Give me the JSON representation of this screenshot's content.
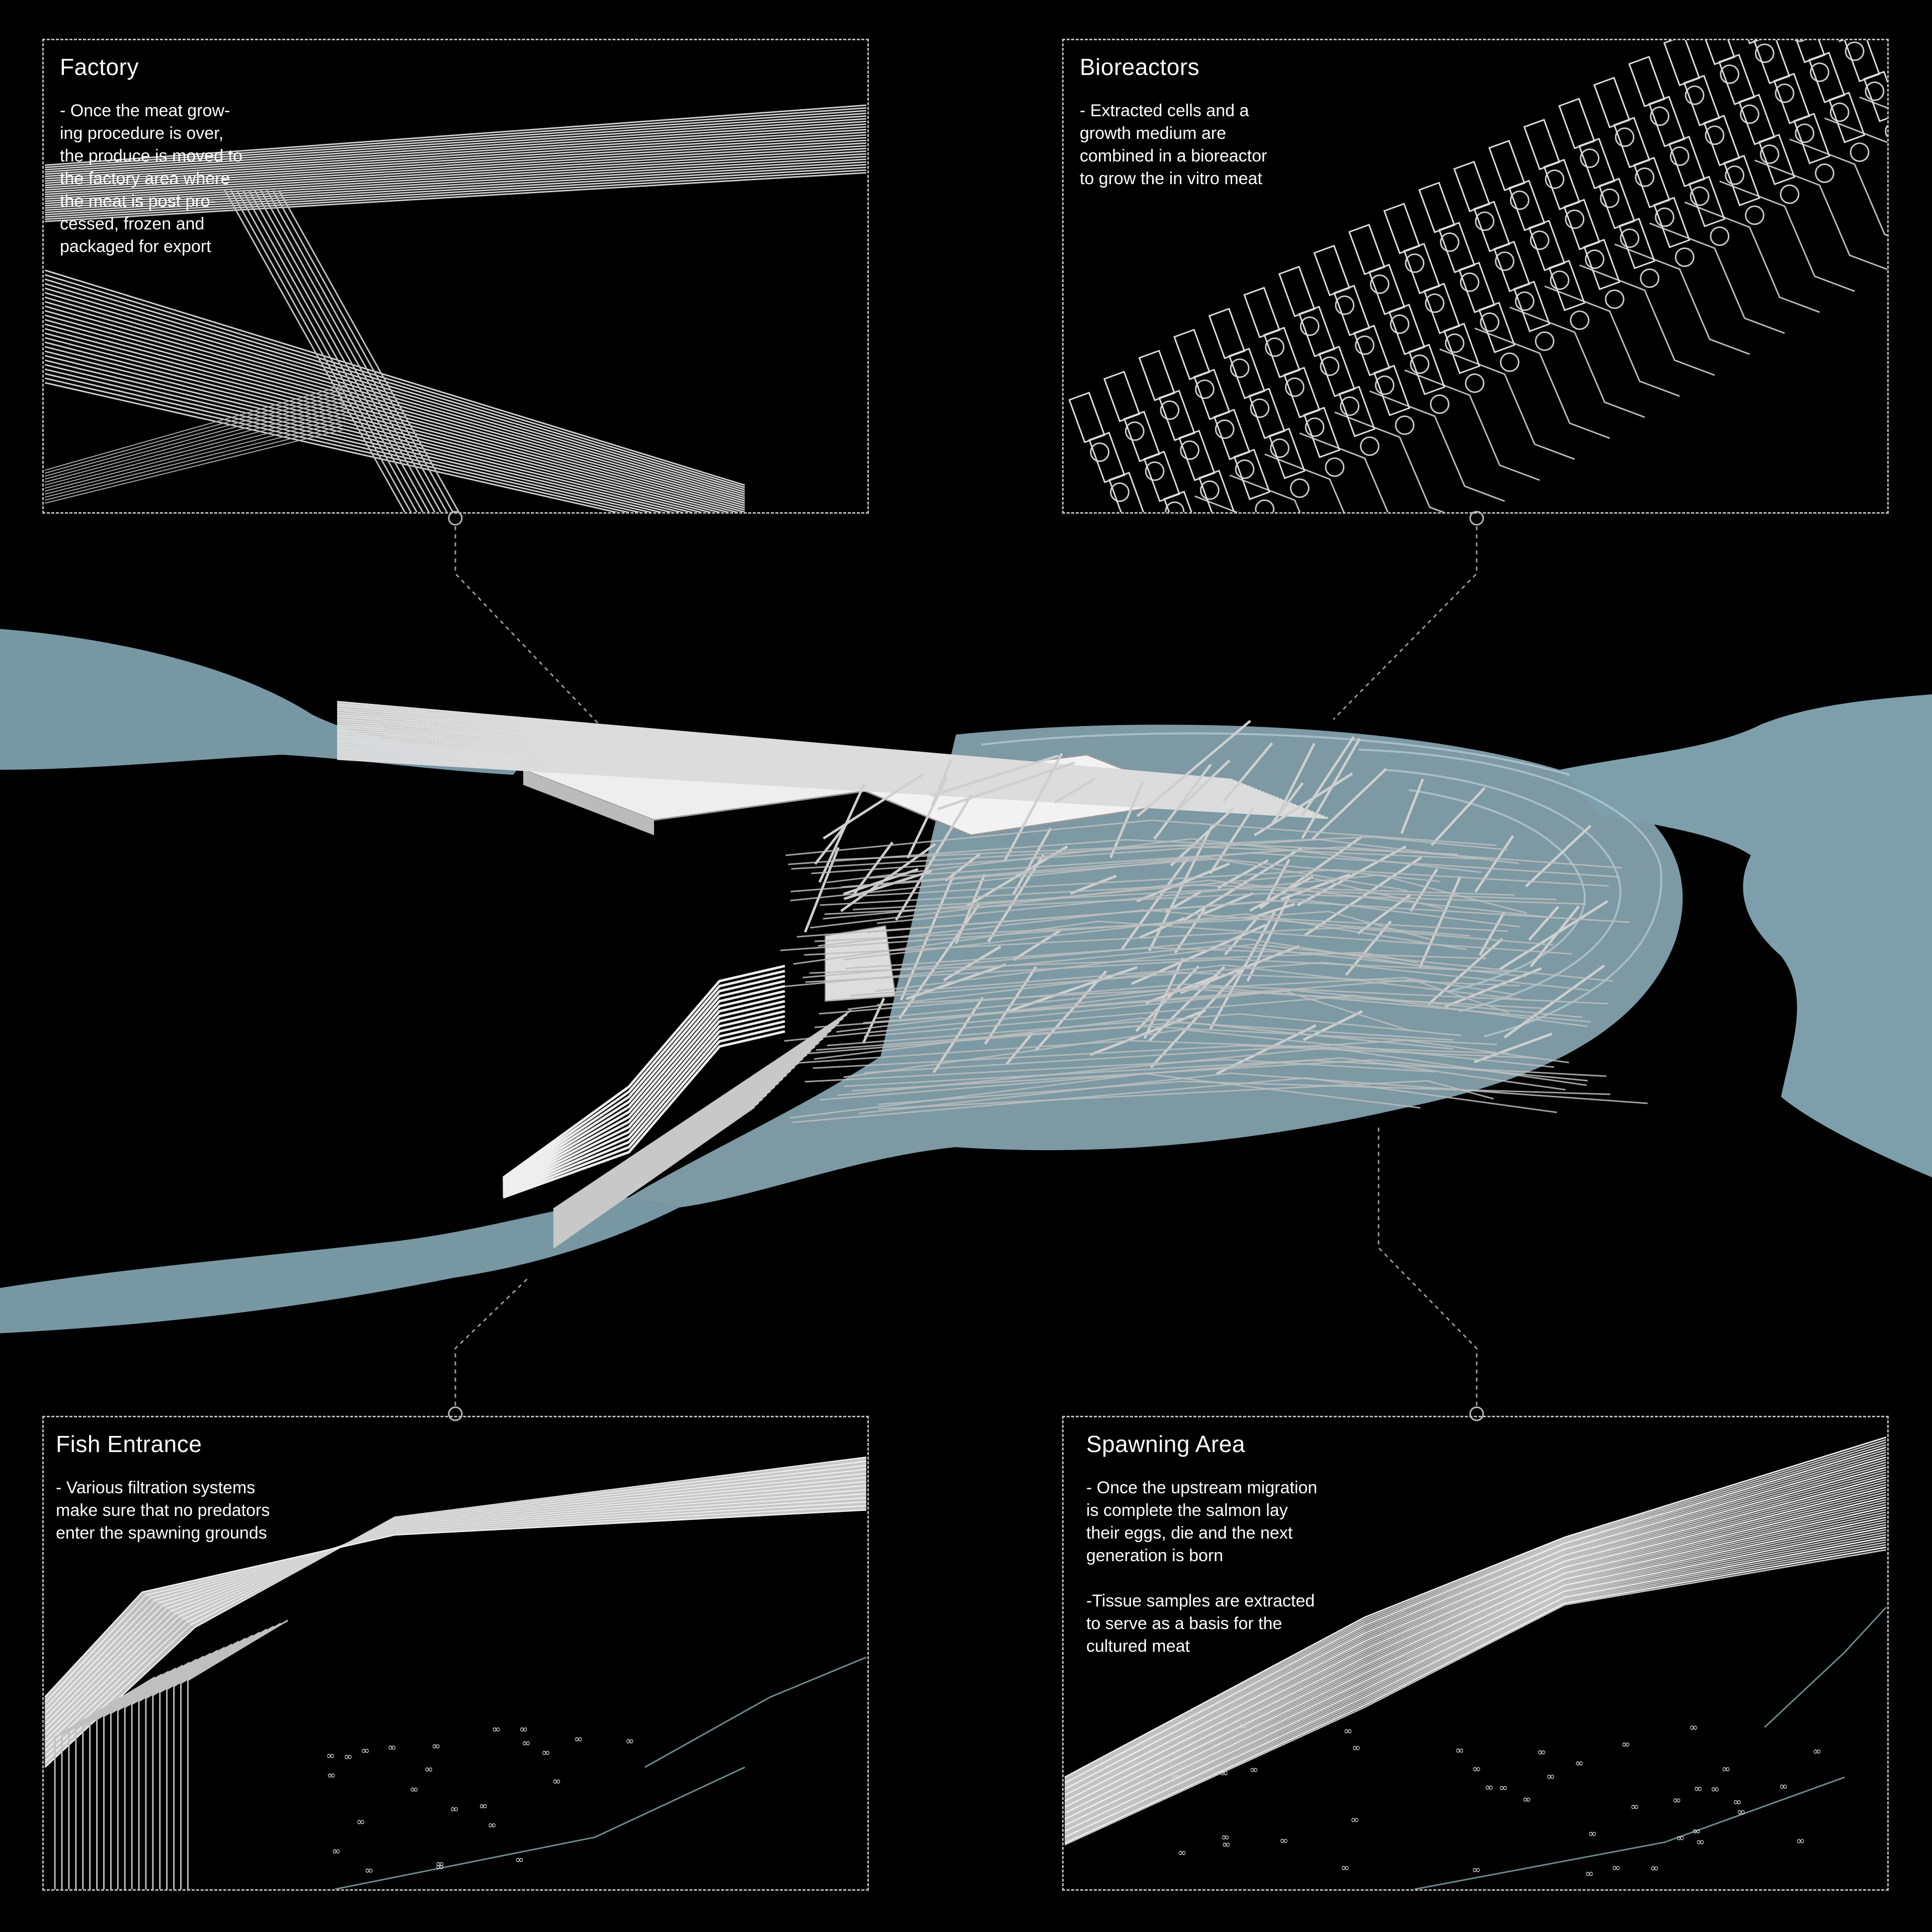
{
  "colors": {
    "background": "#000000",
    "water": "#7d9fac",
    "water_light": "#a8c4cf",
    "structure": "#d9d9d9",
    "panel_border": "#bdbdbd"
  },
  "panels": {
    "factory": {
      "title": "Factory",
      "description": "- Once the meat grow-\ning procedure is over,\nthe produce is moved to\nthe factory area where\nthe meat is post pro-\ncessed, frozen and\npackaged for export"
    },
    "bioreactors": {
      "title": "Bioreactors",
      "description": "- Extracted cells and a\ngrowth medium are\ncombined in a bioreactor\nto grow the in vitro meat"
    },
    "fish_entrance": {
      "title": "Fish Entrance",
      "description": "- Various filtration systems\nmake sure that no predators\nenter the spawning grounds"
    },
    "spawning_area": {
      "title": "Spawning Area",
      "description": "- Once the upstream migration\nis complete the salmon lay\ntheir eggs, die and the next\ngeneration is born",
      "description2": "-Tissue samples are extracted\nto serve as a basis for the\ncultured meat"
    }
  }
}
